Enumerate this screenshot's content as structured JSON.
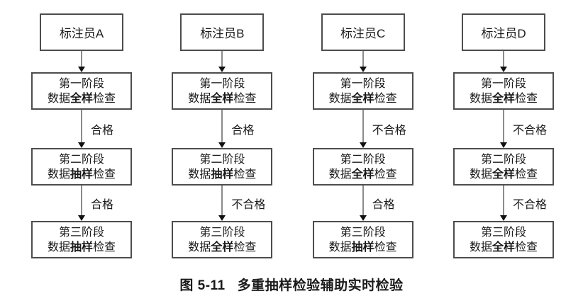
{
  "figure": {
    "caption_label": "图 5-11",
    "caption_title": "多重抽样检验辅助实时检验"
  },
  "colors": {
    "background": "#ffffff",
    "box_border": "#4d4d4d",
    "text": "#1a1a1a",
    "arrow": "#1a1a1a"
  },
  "flow": {
    "columns": [
      {
        "annotator": "标注员A",
        "stages": [
          {
            "line1": "第一阶段",
            "pre": "数据",
            "emph": "全样",
            "post": "检查"
          },
          {
            "line1": "第二阶段",
            "pre": "数据",
            "emph": "抽样",
            "post": "检查"
          },
          {
            "line1": "第三阶段",
            "pre": "数据",
            "emph": "抽样",
            "post": "检查"
          }
        ],
        "arrow_labels": [
          "合格",
          "合格"
        ]
      },
      {
        "annotator": "标注员B",
        "stages": [
          {
            "line1": "第一阶段",
            "pre": "数据",
            "emph": "全样",
            "post": "检查"
          },
          {
            "line1": "第二阶段",
            "pre": "数据",
            "emph": "抽样",
            "post": "检查"
          },
          {
            "line1": "第三阶段",
            "pre": "数据",
            "emph": "全样",
            "post": "检查"
          }
        ],
        "arrow_labels": [
          "合格",
          "不合格"
        ]
      },
      {
        "annotator": "标注员C",
        "stages": [
          {
            "line1": "第一阶段",
            "pre": "数据",
            "emph": "全样",
            "post": "检查"
          },
          {
            "line1": "第二阶段",
            "pre": "数据",
            "emph": "全样",
            "post": "检查"
          },
          {
            "line1": "第三阶段",
            "pre": "数据",
            "emph": "抽样",
            "post": "检查"
          }
        ],
        "arrow_labels": [
          "不合格",
          "合格"
        ]
      },
      {
        "annotator": "标注员D",
        "stages": [
          {
            "line1": "第一阶段",
            "pre": "数据",
            "emph": "全样",
            "post": "检查"
          },
          {
            "line1": "第二阶段",
            "pre": "数据",
            "emph": "全样",
            "post": "检查"
          },
          {
            "line1": "第三阶段",
            "pre": "数据",
            "emph": "全样",
            "post": "检查"
          }
        ],
        "arrow_labels": [
          "不合格",
          "不合格"
        ]
      }
    ]
  }
}
